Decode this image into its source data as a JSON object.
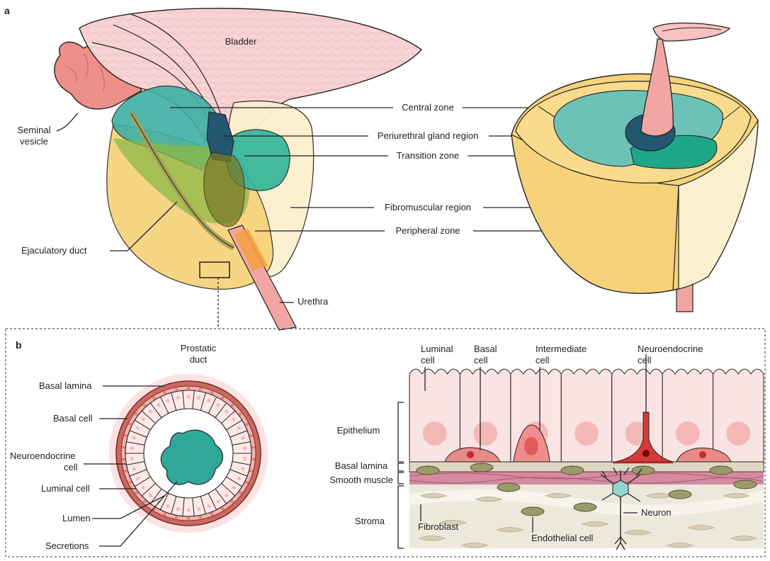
{
  "panel_a": {
    "panel_label": "a",
    "labels": {
      "bladder": "Bladder",
      "seminal_vesicle_line1": "Seminal",
      "seminal_vesicle_line2": "vesicle",
      "ejaculatory_duct": "Ejaculatory duct",
      "urethra": "Urethra",
      "central_zone": "Central zone",
      "periurethral": "Periurethral gland region",
      "transition_zone": "Transition zone",
      "fibromuscular": "Fibromuscular region",
      "peripheral_zone": "Peripheral zone"
    }
  },
  "panel_b": {
    "panel_label": "b",
    "duct_title_line1": "Prostatic",
    "duct_title_line2": "duct",
    "duct_labels": {
      "basal_lamina": "Basal lamina",
      "basal_cell": "Basal cell",
      "neuroendocrine_line1": "Neuroendocrine",
      "neuroendocrine_line2": "cell",
      "luminal_cell": "Luminal cell",
      "lumen": "Lumen",
      "secretions": "Secretions"
    },
    "tissue_labels": {
      "luminal_line1": "Luminal",
      "luminal_line2": "cell",
      "basal_line1": "Basal",
      "basal_line2": "cell",
      "intermediate_line1": "Intermediate",
      "intermediate_line2": "cell",
      "neuroendocrine_line1": "Neuroendocrine",
      "neuroendocrine_line2": "cell",
      "epithelium": "Epithelium",
      "basal_lamina": "Basal lamina",
      "smooth_muscle": "Smooth muscle",
      "stroma": "Stroma",
      "fibroblast": "Fibroblast",
      "endothelial": "Endothelial cell",
      "neuron": "Neuron"
    }
  },
  "colors": {
    "bladder": "#f7d3d3",
    "seminal_vesicle": "#ef8f8a",
    "central_zone": "#3fb0a4",
    "periurethral": "#23576f",
    "transition_zone": "#34b59a",
    "fibromuscular": "#fcf0cf",
    "peripheral_zone": "#f6d27a",
    "urethra": "#f2a6a3",
    "epithelium_cell": "#fae4e3",
    "nucleus": "#f5b8b8",
    "neuroendocrine": "#cc2a2a",
    "muscle": "#c77b93",
    "stroma": "#ece8dc"
  }
}
